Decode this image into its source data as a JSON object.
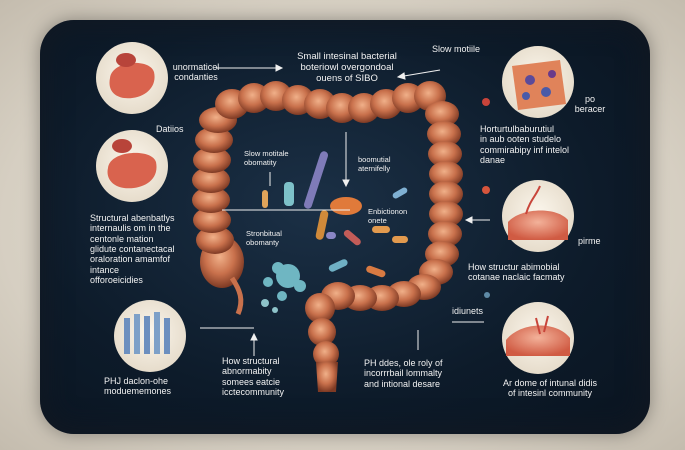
{
  "labels": {
    "top_left": "unormaticel\ncondanties",
    "top_center": "Small intesinal bacterial\nboteriowl overgondoal\nouens of SIBO",
    "top_right": "Slow motiile",
    "left_mid": "Datiios",
    "left_text": "Structural abenbatlys\ninternaulis om in the\ncentonle mation\nglidute contanectacal\noraloration amamfof\nintance\nofforoeicidies",
    "center_slow": "Slow motitale\nobomatity",
    "center_bom": "boomutial\naternifelly",
    "center_strom": "Stronbitual\nobomanty",
    "center_embic": "Enbictionon\nonete",
    "right_po": "po\nberacer",
    "right_hort": "Horturtulbaburutiul\nin  aub ooten studelo\ncommirabipy inf intelol\ndanae",
    "right_pirme": "pirme",
    "right_how": "How structur abimobial\ncotanae naclaic facmaty",
    "right_idiu": "idiunets",
    "bottom_left": "PHJ daclon-ohe\nmoduememones",
    "bottom_center": "How structural\nabnormabity\nsomees eatcie\nicctecommunity",
    "bottom_ph": "PH ddes, ole roly of\nincorrrbail lommalty\nand intional desare",
    "bottom_right": "Ar dome of intunal didis\nof intesinl community"
  }
}
